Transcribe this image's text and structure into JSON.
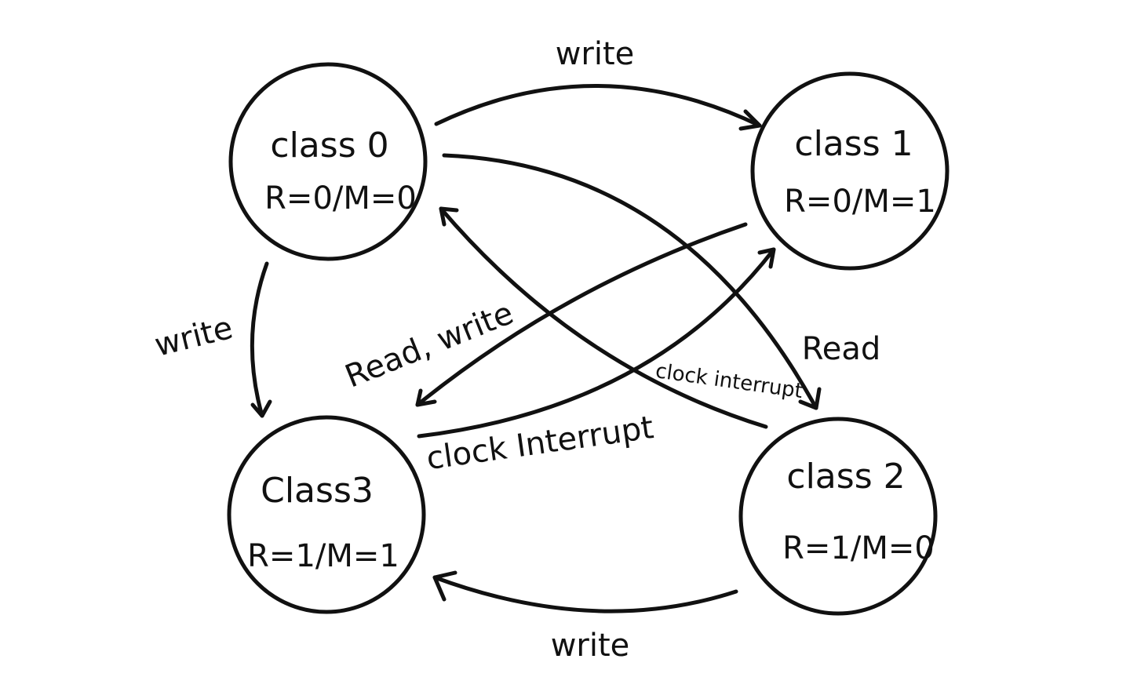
{
  "nodes": {
    "class0": {
      "title": "class 0",
      "state": "R=0/M=0"
    },
    "class1": {
      "title": "class 1",
      "state": "R=0/M=1"
    },
    "class2": {
      "title": "class 2",
      "state": "R=1/M=0"
    },
    "class3": {
      "title": "Class3",
      "state": "R=1/M=1"
    }
  },
  "edges": {
    "c0_to_c1": {
      "label": "write"
    },
    "c0_to_c3": {
      "label": "write"
    },
    "c0_to_c2": {
      "label": "Read"
    },
    "c2_to_c0": {
      "label": "clock interrupt"
    },
    "c1_to_c3": {
      "label": "Read, write"
    },
    "c3_to_c1": {
      "label": "clock Interrupt"
    },
    "c2_to_c3": {
      "label": "write"
    }
  },
  "colors": {
    "ink": "#111111",
    "background": "#ffffff"
  }
}
